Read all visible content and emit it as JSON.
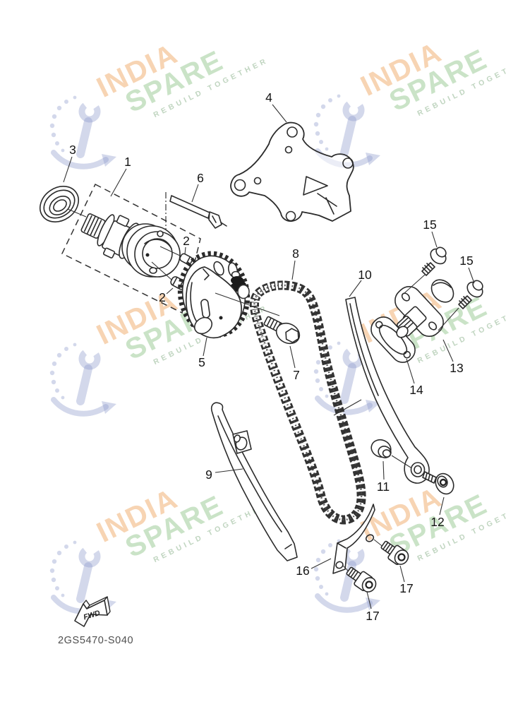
{
  "watermark": {
    "line1": "INDIA",
    "line2": "SPARE",
    "tagline": "REBUILD TOGETHER"
  },
  "labels": [
    "1",
    "2",
    "2",
    "3",
    "4",
    "5",
    "6",
    "7",
    "8",
    "9",
    "10",
    "11",
    "12",
    "13",
    "14",
    "15",
    "15",
    "16",
    "17",
    "17"
  ],
  "footer": {
    "drawing_code": "2GS5470-S040",
    "direction_label": "FWD"
  },
  "colors": {
    "line_art": "#2b2b2b",
    "label_text": "#141414",
    "code_text": "#4f4f4f",
    "watermark_orange": "rgba(234,148,64,0.40)",
    "watermark_green": "rgba(128,188,122,0.42)",
    "watermark_tagline_green": "rgba(140,178,140,0.55)",
    "watermark_blue": "rgba(145,157,206,0.40)"
  }
}
